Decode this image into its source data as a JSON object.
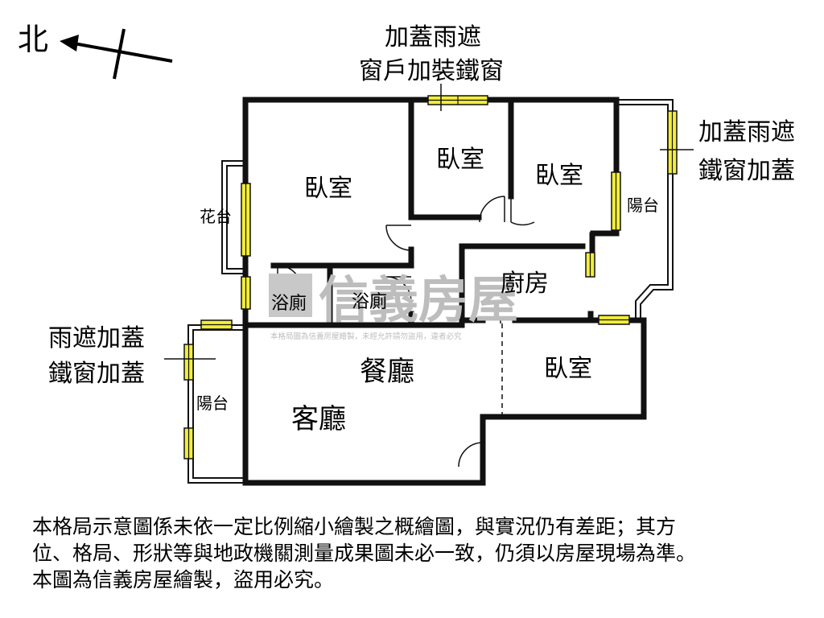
{
  "compass": {
    "north_label": "北"
  },
  "rooms": {
    "bedroom_nw": "臥室",
    "bedroom_n_mid": "臥室",
    "bedroom_ne": "臥室",
    "bedroom_se": "臥室",
    "kitchen": "廚房",
    "bath_1": "浴廁",
    "bath_2": "浴廁",
    "dining": "餐廳",
    "living": "客廳",
    "balcony_east": "陽台",
    "balcony_west": "陽台",
    "planter": "花台"
  },
  "annotations": {
    "top": [
      "加蓋雨遮",
      "窗戶加裝鐵窗"
    ],
    "right": [
      "加蓋雨遮",
      "鐵窗加蓋"
    ],
    "left": [
      "雨遮加蓋",
      "鐵窗加蓋"
    ]
  },
  "watermark": {
    "brand": "信義房屋",
    "notice": "本格局圖為信義房屋繪製，未經允許請勿盜用，違者必究"
  },
  "disclaimer": [
    "本格局示意圖係未依一定比例縮小繪製之概繪圖，與實況仍有差距；其方",
    "位、格局、形狀等與地政機關測量成果圖未必一致，仍須以房屋現場為準。",
    "本圖為信義房屋繪製，盜用必究。"
  ],
  "colors": {
    "wall": "#111111",
    "window_fill": "#f2ee3a",
    "watermark": "#bdbdbd"
  }
}
